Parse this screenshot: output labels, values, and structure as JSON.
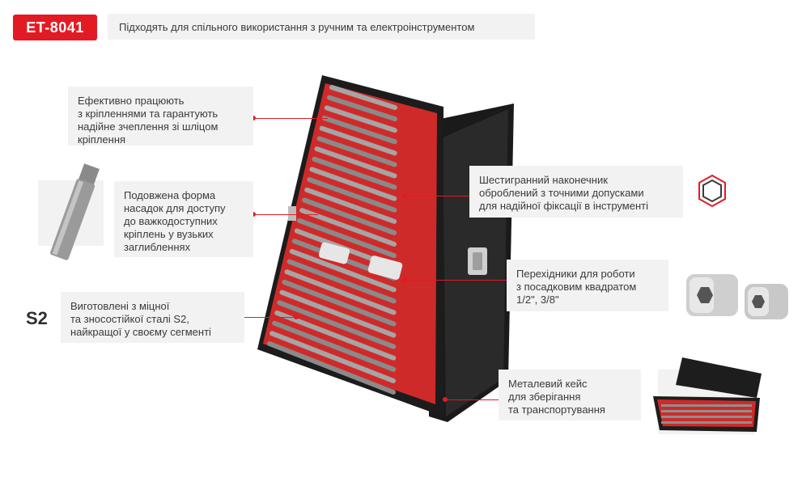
{
  "header": {
    "model": "ET-8041",
    "subtitle": "Підходять для спільного використання з ручним та електроінструментом"
  },
  "callouts": {
    "grip": [
      "Ефективно працюють",
      "з кріпленнями та гарантують",
      "надійне зчеплення зі шліцом",
      "кріплення"
    ],
    "shape": [
      "Подовжена форма",
      "насадок для доступу",
      "до важкодоступних",
      "кріплень у вузьких",
      "заглибленнях"
    ],
    "steel": [
      "Виготовлені з міцної",
      "та зносостійкої сталі S2,",
      "найкращої у своєму сегменті"
    ],
    "hex": [
      "Шестигранний наконечник",
      "оброблений з точними допусками",
      "для надійної фіксації в інструменті"
    ],
    "adapters": [
      "Перехідники для роботи",
      "з посадковим квадратом",
      "1/2\", 3/8\""
    ],
    "case": [
      "Металевий кейс",
      "для зберігання",
      "та транспортування"
    ]
  },
  "steel_label": "S2",
  "colors": {
    "accent": "#e21b23",
    "panel": "#f2f2f2",
    "case": "#1d1d1d",
    "tray": "#d92b2b"
  },
  "icons": [
    "hexagon-icon",
    "bit-photo",
    "adapter-photo",
    "case-photo",
    "bit-set-case"
  ]
}
